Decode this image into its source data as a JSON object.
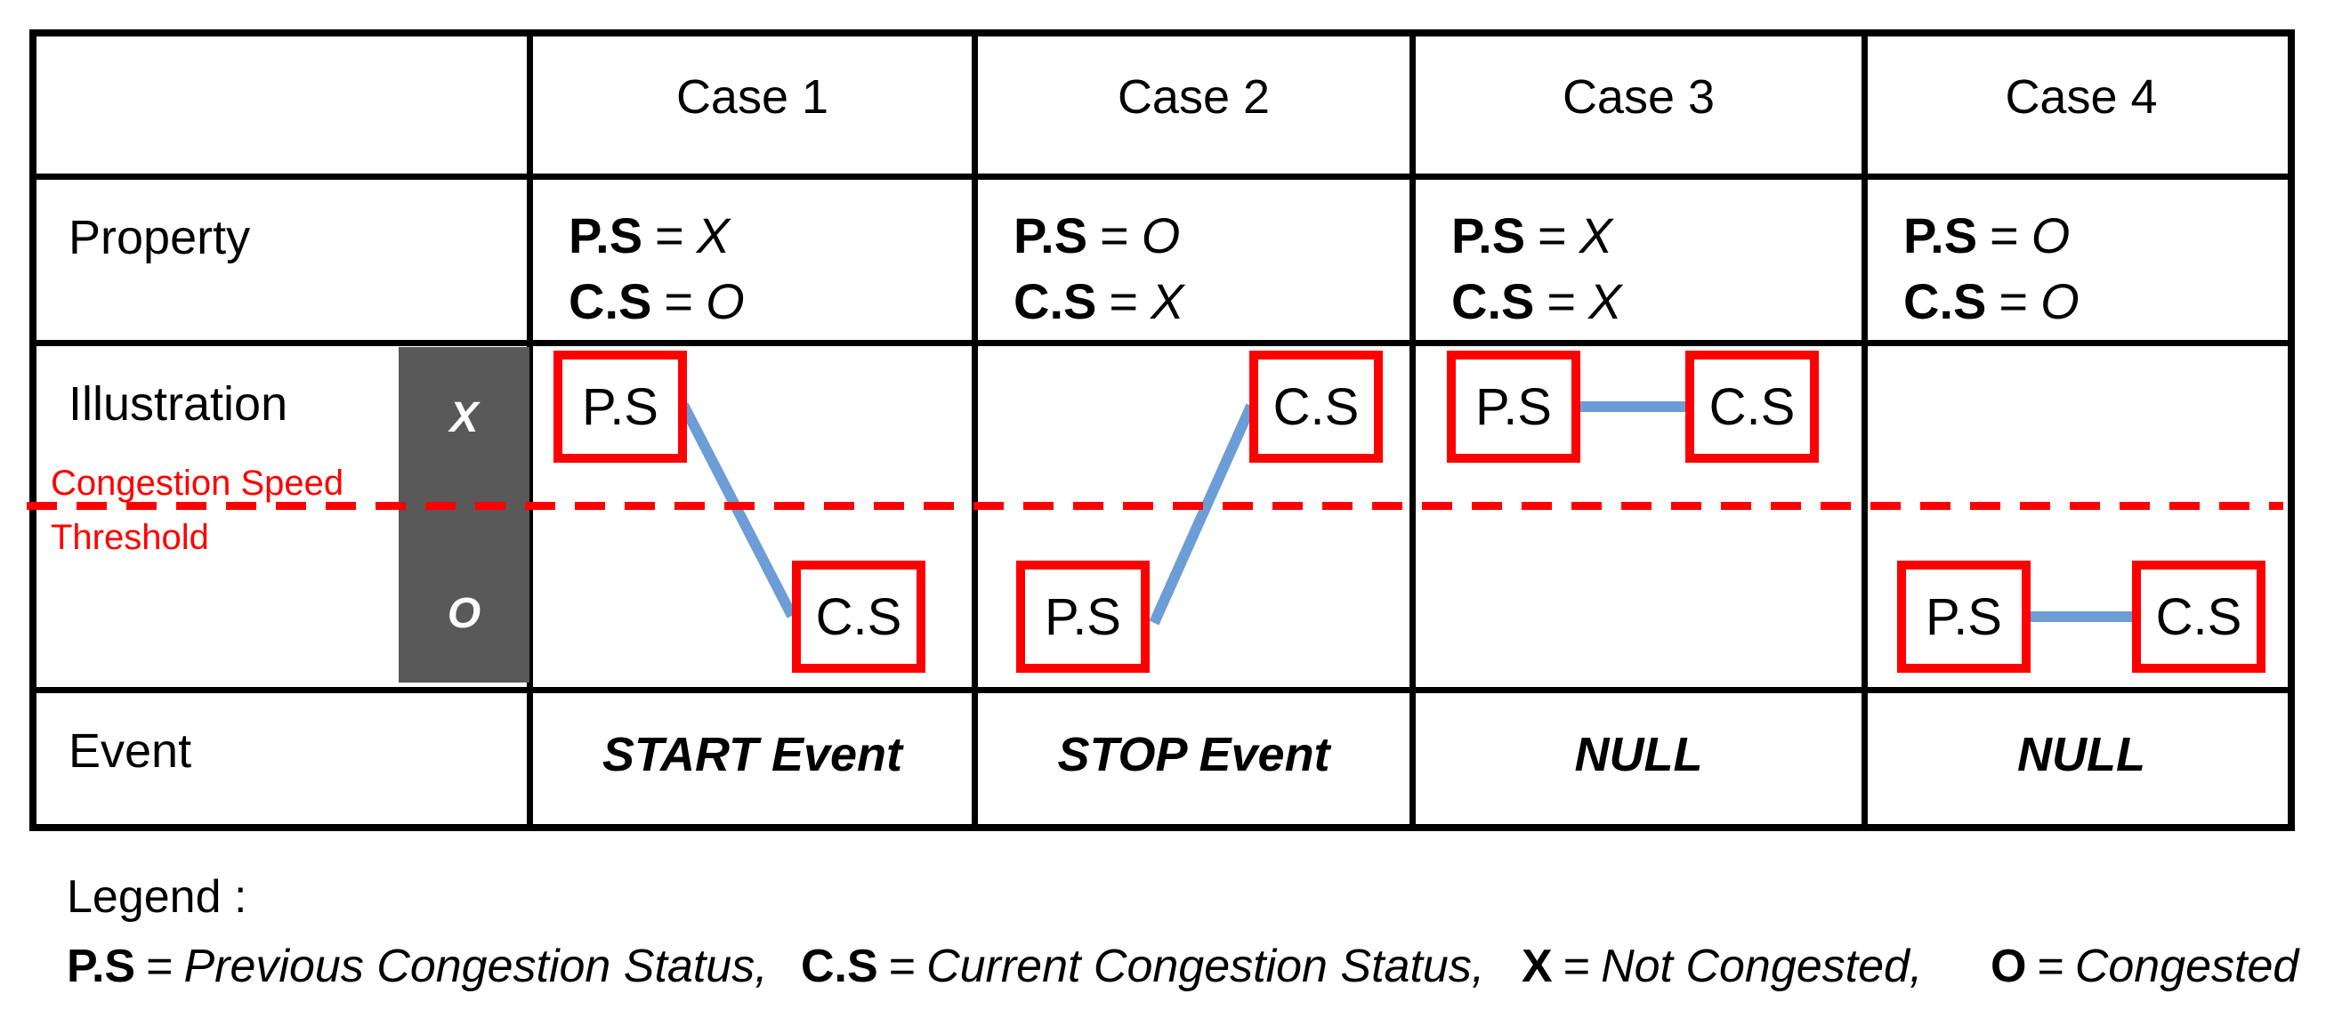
{
  "table": {
    "corner": "",
    "cases": [
      "Case 1",
      "Case 2",
      "Case 3",
      "Case 4"
    ],
    "row_labels": {
      "property": "Property",
      "illustration": "Illustration",
      "event": "Event"
    },
    "property_keys": {
      "ps": "P.S",
      "cs": "C.S",
      "eq": "="
    },
    "properties": [
      {
        "ps": "X",
        "cs": "O"
      },
      {
        "ps": "O",
        "cs": "X"
      },
      {
        "ps": "X",
        "cs": "X"
      },
      {
        "ps": "O",
        "cs": "O"
      }
    ],
    "events": [
      "START Event",
      "STOP Event",
      "NULL",
      "NULL"
    ]
  },
  "illustration": {
    "axis": {
      "top": "X",
      "bottom": "O"
    },
    "threshold_label_line1": "Congestion Speed",
    "threshold_label_line2": "Threshold",
    "boxes": {
      "ps": "P.S",
      "cs": "C.S"
    }
  },
  "legend": {
    "title": "Legend :",
    "items": [
      {
        "key": "P.S",
        "eq": "=",
        "value": "Previous Congestion Status,"
      },
      {
        "key": "C.S",
        "eq": "=",
        "value": "Current Congestion Status,"
      },
      {
        "key": "X",
        "eq": "=",
        "value": "Not Congested,"
      },
      {
        "key": "O",
        "eq": "=",
        "value": "Congested"
      }
    ]
  },
  "colors": {
    "red": "#FF0000",
    "blue": "#6C9DD6",
    "gray": "#595959",
    "black": "#000000",
    "white": "#FFFFFF"
  }
}
